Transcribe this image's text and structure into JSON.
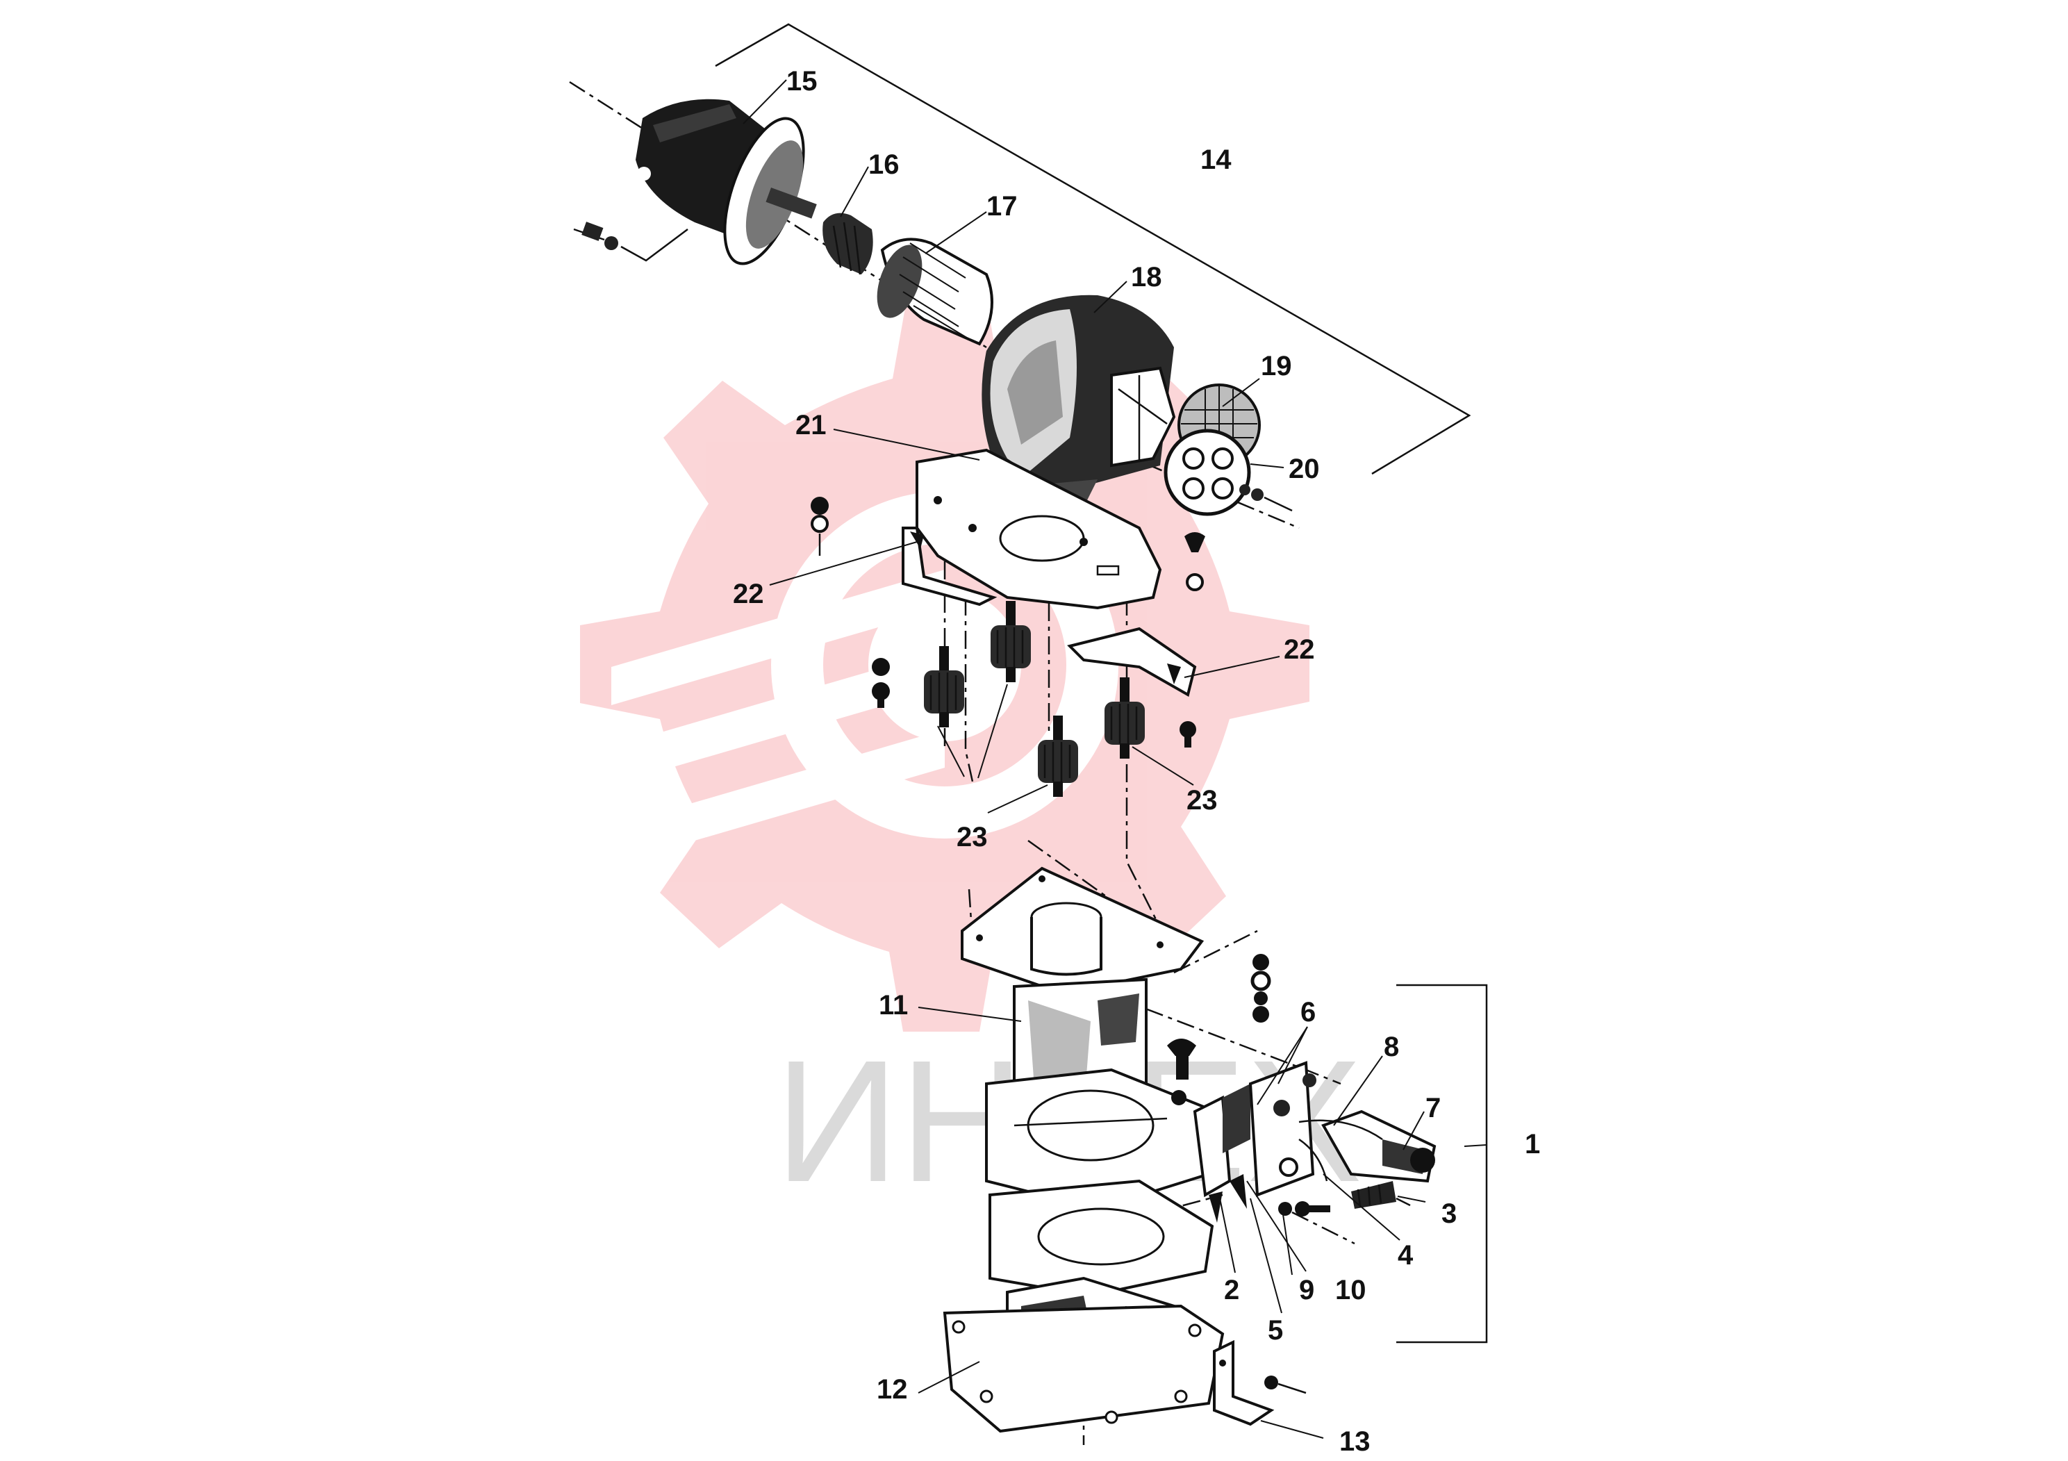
{
  "watermark": {
    "text": "ИНТЕХ",
    "logo": "gear-watermark-logo",
    "color": "#f5a7ad"
  },
  "callouts": [
    "1",
    "2",
    "3",
    "4",
    "5",
    "6",
    "7",
    "8",
    "9",
    "10",
    "11",
    "12",
    "13",
    "14",
    "15",
    "16",
    "17",
    "18",
    "19",
    "20",
    "21",
    "22",
    "22",
    "23",
    "23"
  ],
  "colors": {
    "line": "#111111",
    "background": "#ffffff"
  }
}
